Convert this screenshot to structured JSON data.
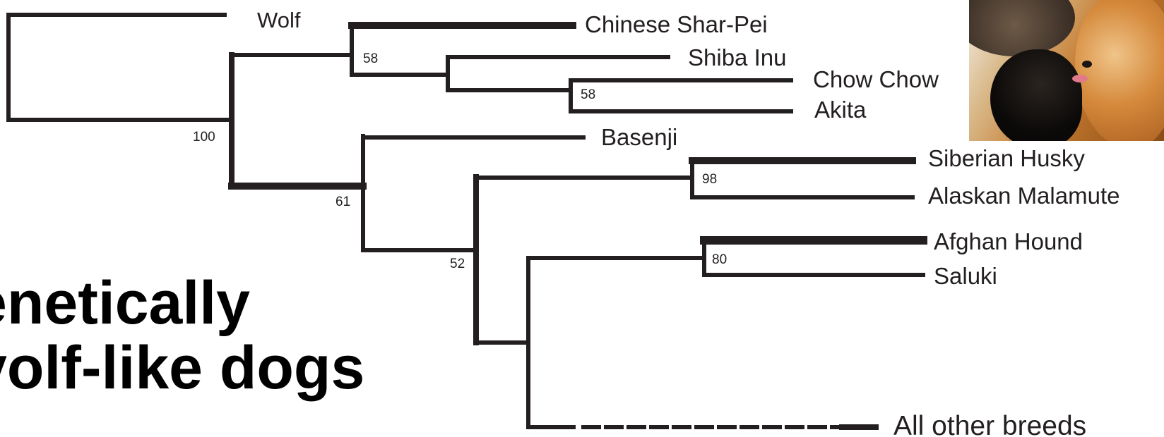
{
  "heading": "enetically\nvolf-like dogs",
  "tree": {
    "root_label": "Wolf",
    "leaves": [
      "Chinese Shar-Pei",
      "Shiba Inu",
      "Chow Chow",
      "Akita",
      "Basenji",
      "Siberian Husky",
      "Alaskan Malamute",
      "Afghan Hound",
      "Saluki",
      "All other breeds"
    ],
    "support_values": [
      "100",
      "58",
      "58",
      "61",
      "98",
      "52",
      "80"
    ]
  },
  "photo": {
    "subject": "two-dogs-photo"
  },
  "colors": {
    "line": "#231f20",
    "text": "#231f20",
    "heading": "#000000"
  }
}
